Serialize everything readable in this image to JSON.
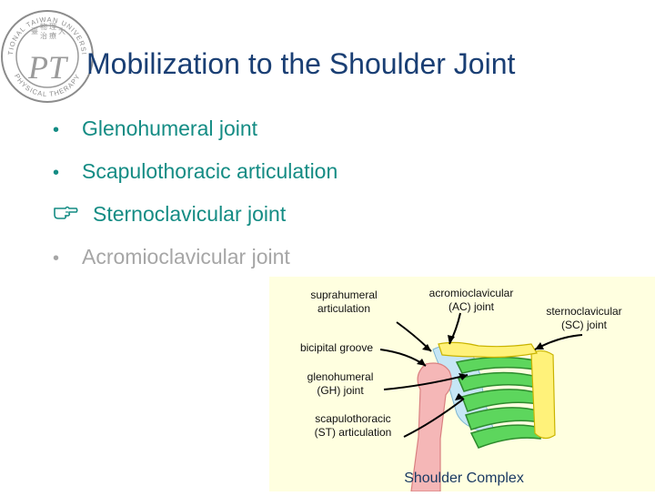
{
  "slide": {
    "title": "Mobilization to the Shoulder Joint",
    "logo": {
      "seal_text_top": "NATIONAL TAIWAN UNIVERSITY",
      "seal_text_bottom": "PHYSICAL THERAPY",
      "monogram": "PT",
      "chinese_chars": [
        "臺",
        "大",
        "物",
        "理",
        "治",
        "療"
      ]
    },
    "bullets": [
      {
        "marker": "•",
        "text": "Glenohumeral joint",
        "color": "#148c84"
      },
      {
        "marker": "•",
        "text": "Scapulothoracic articulation",
        "color": "#148c84"
      },
      {
        "marker": "hand-pointing-right-icon",
        "text": "Sternoclavicular joint",
        "color": "#148c84"
      },
      {
        "marker": "•",
        "text": "Acromioclavicular joint",
        "color": "#a6a6a6"
      }
    ],
    "figure": {
      "caption": "Shoulder Complex",
      "background": "#ffffe0",
      "labels": {
        "suprahumeral_1": "suprahumeral",
        "suprahumeral_2": "articulation",
        "ac_1": "acromioclavicular",
        "ac_2": "(AC) joint",
        "sc_1": "sternoclavicular",
        "sc_2": "(SC) joint",
        "bicipital": "bicipital groove",
        "gh_1": "glenohumeral",
        "gh_2": "(GH) joint",
        "st_1": "scapulothoracic",
        "st_2": "(ST) articulation"
      },
      "colors": {
        "humerus": "#f5b7b7",
        "clavicle": "#fff27a",
        "ribs": "#5dd65d",
        "scapula": "#c6e6f5"
      }
    }
  }
}
